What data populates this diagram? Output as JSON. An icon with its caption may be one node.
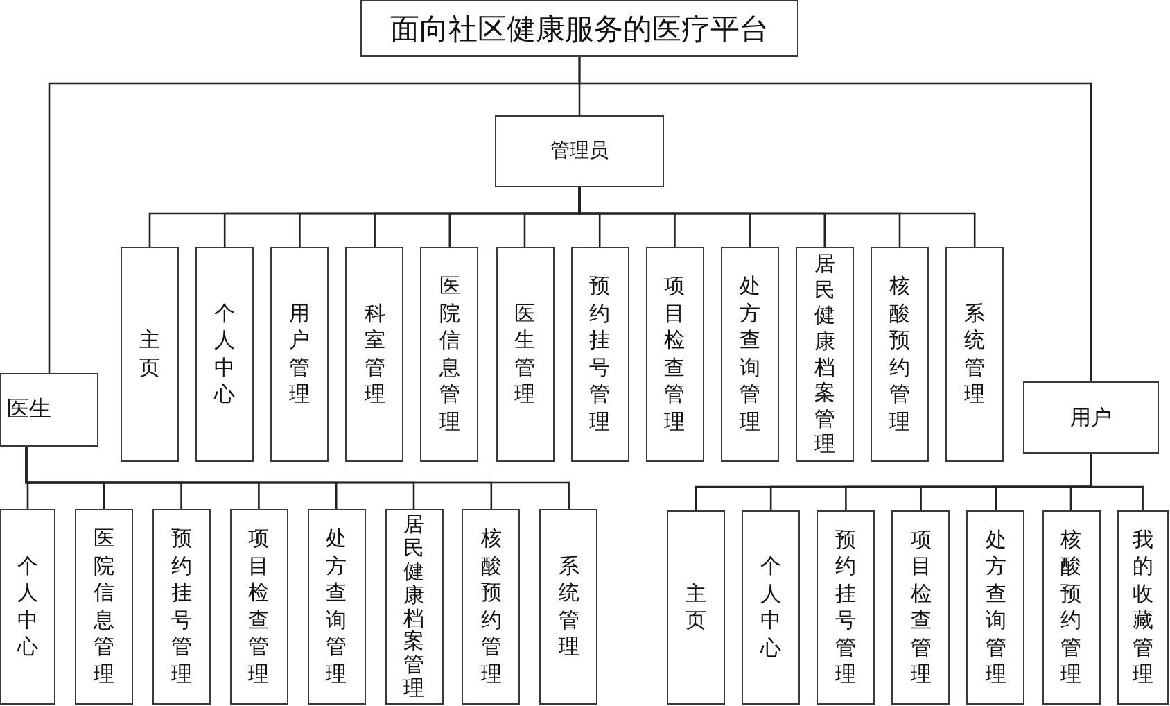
{
  "diagram": {
    "nodes": [
      {
        "text": [
          "面向社区健康服务的医疗平台"
        ]
      },
      {
        "text": [
          "管理员"
        ]
      },
      {
        "text": [
          "主页"
        ]
      },
      {
        "text": [
          "个人中心"
        ]
      },
      {
        "text": [
          "用户管理"
        ]
      },
      {
        "text": [
          "科室管理"
        ]
      },
      {
        "text": [
          "医院信息管理"
        ]
      },
      {
        "text": [
          "医生管理"
        ]
      },
      {
        "text": [
          "预约挂号管理"
        ]
      },
      {
        "text": [
          "项目检查管理"
        ]
      },
      {
        "text": [
          "处方查询管理"
        ]
      },
      {
        "text": [
          "居民健康档案管理"
        ]
      },
      {
        "text": [
          "核酸预约管理"
        ]
      },
      {
        "text": [
          "系统管理"
        ]
      },
      {
        "text": [
          "医生"
        ]
      },
      {
        "text": [
          "用户"
        ]
      },
      {
        "text": [
          "个人中心"
        ]
      },
      {
        "text": [
          "医院信息管理"
        ]
      },
      {
        "text": [
          "预约挂号管理"
        ]
      },
      {
        "text": [
          "项目检查管理"
        ]
      },
      {
        "text": [
          "处方查询管理"
        ]
      },
      {
        "text": [
          "居民健康档案管理"
        ]
      },
      {
        "text": [
          "核酸预约管理"
        ]
      },
      {
        "text": [
          "系统管理"
        ]
      },
      {
        "text": [
          "主页"
        ]
      },
      {
        "text": [
          "个人中心"
        ]
      },
      {
        "text": [
          "预约挂号管理"
        ]
      },
      {
        "text": [
          "项目检查管理"
        ]
      },
      {
        "text": [
          "处方查询管理"
        ]
      },
      {
        "text": [
          "核酸预约管理"
        ]
      },
      {
        "text": [
          "我的收藏管理"
        ]
      }
    ],
    "edges": [
      {
        "from": 0,
        "to": 1,
        "arrow": "none"
      },
      {
        "from": 0,
        "to": 14,
        "arrow": "none"
      },
      {
        "from": 0,
        "to": 15,
        "arrow": "none"
      },
      {
        "from": 1,
        "to": 2,
        "arrow": "none"
      },
      {
        "from": 1,
        "to": 3,
        "arrow": "none"
      },
      {
        "from": 1,
        "to": 4,
        "arrow": "none"
      },
      {
        "from": 1,
        "to": 5,
        "arrow": "none"
      },
      {
        "from": 1,
        "to": 6,
        "arrow": "none"
      },
      {
        "from": 1,
        "to": 7,
        "arrow": "none"
      },
      {
        "from": 1,
        "to": 8,
        "arrow": "none"
      },
      {
        "from": 1,
        "to": 9,
        "arrow": "none"
      },
      {
        "from": 1,
        "to": 10,
        "arrow": "none"
      },
      {
        "from": 1,
        "to": 11,
        "arrow": "none"
      },
      {
        "from": 1,
        "to": 12,
        "arrow": "none"
      },
      {
        "from": 1,
        "to": 13,
        "arrow": "none"
      },
      {
        "from": 14,
        "to": 16,
        "arrow": "none"
      },
      {
        "from": 14,
        "to": 17,
        "arrow": "none"
      },
      {
        "from": 14,
        "to": 18,
        "arrow": "none"
      },
      {
        "from": 14,
        "to": 19,
        "arrow": "none"
      },
      {
        "from": 14,
        "to": 20,
        "arrow": "none"
      },
      {
        "from": 14,
        "to": 21,
        "arrow": "none"
      },
      {
        "from": 14,
        "to": 22,
        "arrow": "none"
      },
      {
        "from": 14,
        "to": 23,
        "arrow": "none"
      },
      {
        "from": 15,
        "to": 24,
        "arrow": "none"
      },
      {
        "from": 15,
        "to": 25,
        "arrow": "none"
      },
      {
        "from": 15,
        "to": 26,
        "arrow": "none"
      },
      {
        "from": 15,
        "to": 27,
        "arrow": "none"
      },
      {
        "from": 15,
        "to": 28,
        "arrow": "none"
      },
      {
        "from": 15,
        "to": 29,
        "arrow": "none"
      },
      {
        "from": 15,
        "to": 30,
        "arrow": "none"
      }
    ]
  }
}
